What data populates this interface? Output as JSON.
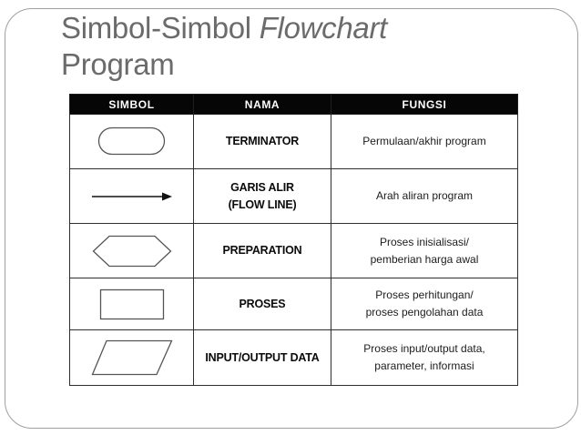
{
  "title": {
    "line1_regular": "Simbol-Simbol ",
    "line1_italic": "Flowchart",
    "line2": "Program"
  },
  "colors": {
    "title_text": "#6b6b6b",
    "header_bg": "#060606",
    "header_text": "#ffffff",
    "table_border": "#2e2e2e",
    "symbol_stroke": "#555555",
    "arrow_color": "#111111",
    "slide_border": "#a0a0a0",
    "body_text": "#1c1c1c"
  },
  "table": {
    "headers": [
      "SIMBOL",
      "NAMA",
      "FUNGSI"
    ],
    "rows": [
      {
        "symbol_icon": "terminator-shape",
        "nama_line1": "TERMINATOR",
        "fungsi_line1": "Permulaan/akhir program"
      },
      {
        "symbol_icon": "flow-line-arrow",
        "nama_line1": "GARIS ALIR",
        "nama_line2": "(FLOW LINE)",
        "fungsi_line1": "Arah aliran program"
      },
      {
        "symbol_icon": "preparation-hexagon",
        "nama_line1": "PREPARATION",
        "fungsi_line1": "Proses inisialisasi/",
        "fungsi_line2": "pemberian harga awal"
      },
      {
        "symbol_icon": "process-rectangle",
        "nama_line1": "PROSES",
        "fungsi_line1": "Proses perhitungan/",
        "fungsi_line2": "proses pengolahan data"
      },
      {
        "symbol_icon": "input-output-parallelogram",
        "nama_line1": "INPUT/OUTPUT DATA",
        "fungsi_line1": "Proses input/output data,",
        "fungsi_line2": "parameter, informasi"
      }
    ]
  }
}
